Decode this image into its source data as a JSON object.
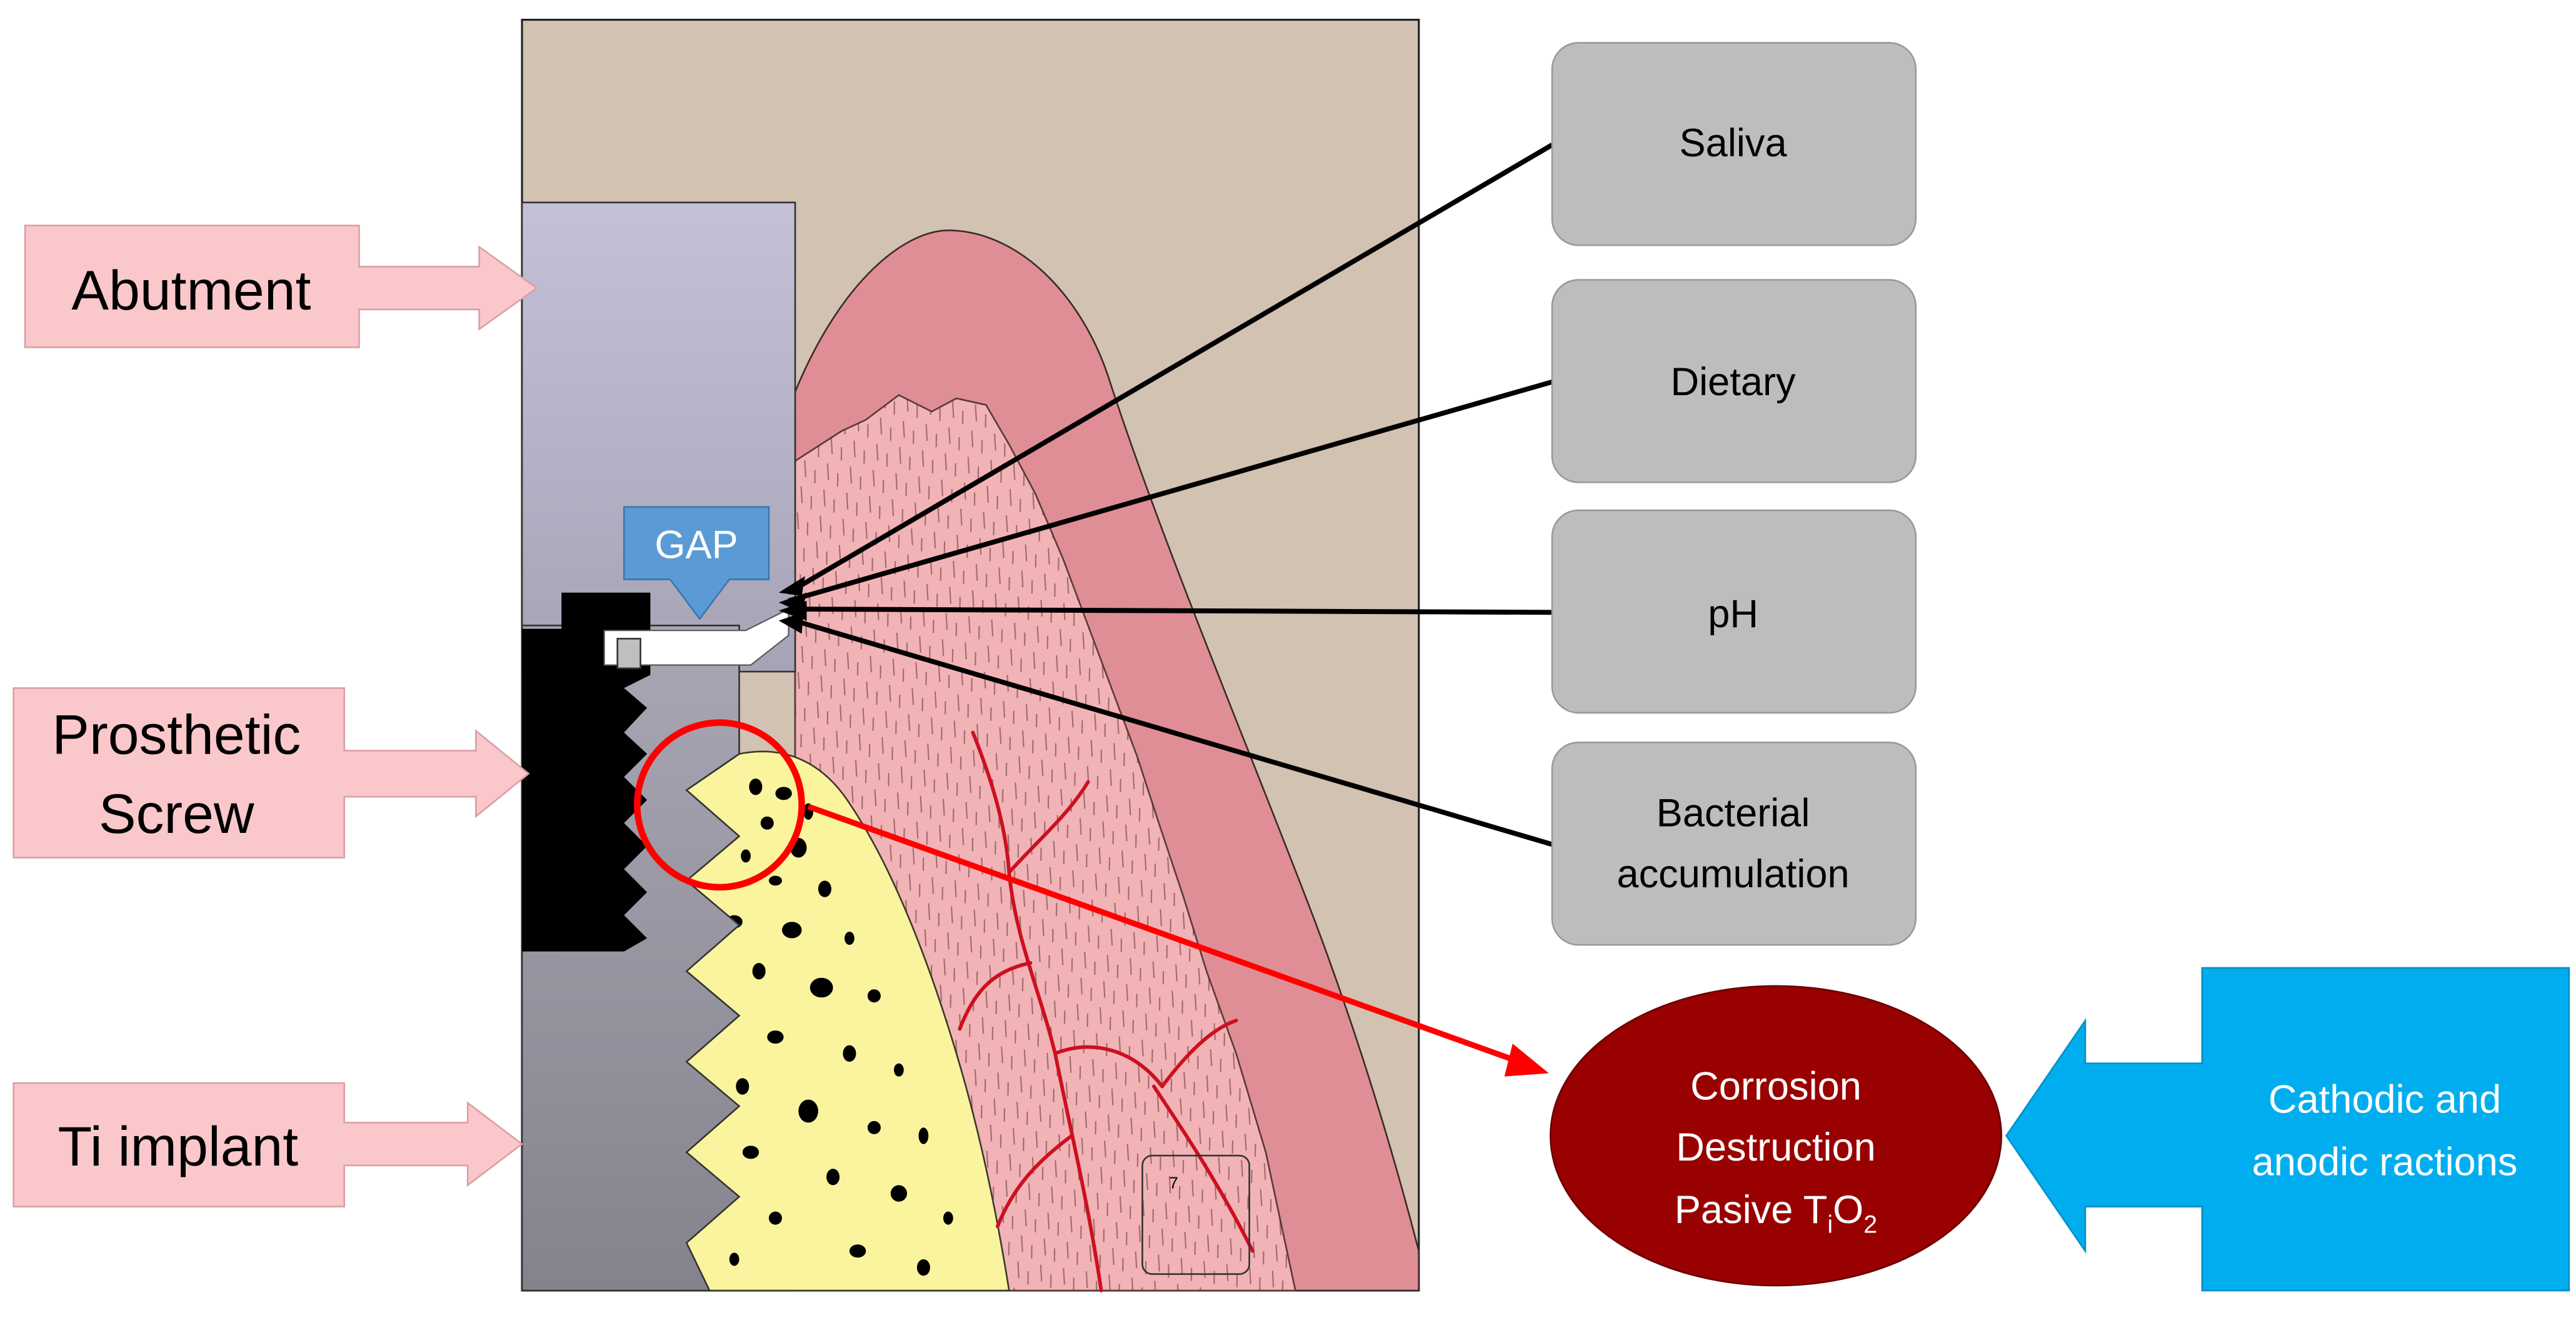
{
  "labels": {
    "abutment": "Abutment",
    "prosthetic_screw_line1": "Prosthetic",
    "prosthetic_screw_line2": "Screw",
    "ti_implant": "Ti implant",
    "gap": "GAP"
  },
  "factors": [
    {
      "label_line1": "Saliva",
      "label_line2": ""
    },
    {
      "label_line1": "Dietary",
      "label_line2": ""
    },
    {
      "label_line1": "pH",
      "label_line2": ""
    },
    {
      "label_line1": "Bacterial",
      "label_line2": "accumulation"
    }
  ],
  "outcome": {
    "line1": "Corrosion",
    "line2": "Destruction",
    "line3_prefix": "Pasive T",
    "line3_sub1": "i",
    "line3_mid": "O",
    "line3_sub2": "2"
  },
  "reactions": {
    "line1": "Cathodic and",
    "line2": "anodic ractions"
  },
  "figure_marker": "7",
  "colors": {
    "background_tan": "#D2C2B2",
    "gingiva_outer": "#E08E96",
    "gingiva_inner": "#F2B3B7",
    "bone": "#FBF49E",
    "abutment_top": "#C3BED6",
    "implant_gray": "#8C8C96",
    "screw_black": "#000000",
    "label_pink": "#FAC7CA",
    "factor_box": "#BDBDBD",
    "outcome_red": "#990000",
    "reaction_blue": "#00AEEF",
    "gap_blue": "#5B9BD5",
    "highlight_red": "#FF0000",
    "vessel_red": "#CC1020"
  }
}
